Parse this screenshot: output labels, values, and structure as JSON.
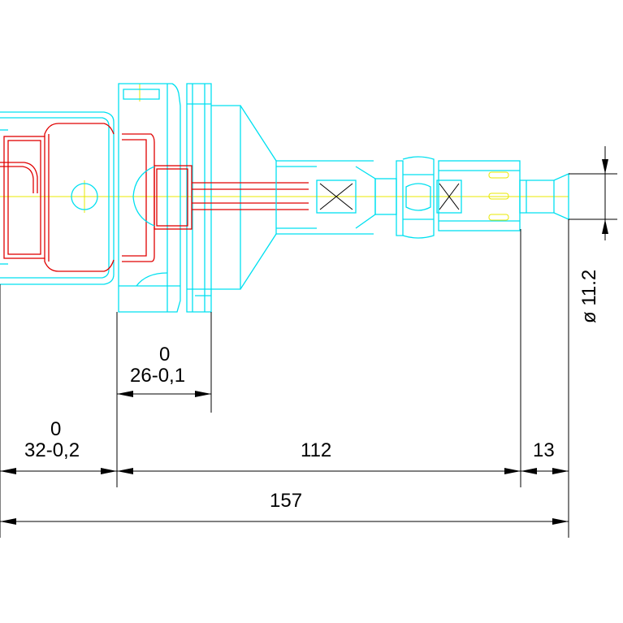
{
  "dimensions": {
    "total_length": "157",
    "segment_112": "112",
    "segment_13": "13",
    "segment_32_value": "32-0,2",
    "segment_32_upper": "0",
    "segment_26_value": "26-0,1",
    "segment_26_upper": "0",
    "diameter": "ø 11.2"
  },
  "colors": {
    "outline": "#00e0f0",
    "inner_part": "#e00000",
    "center_line": "#e8e800",
    "dimension_lines": "#000000"
  }
}
